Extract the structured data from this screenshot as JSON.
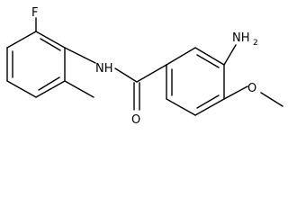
{
  "molecule": {
    "atoms": {
      "fluorine": "F",
      "amide_nitrogen": "NH",
      "amide_oxygen": "O",
      "amino_group": "NH",
      "amino_subscript": "2",
      "methoxy_oxygen": "O"
    }
  }
}
